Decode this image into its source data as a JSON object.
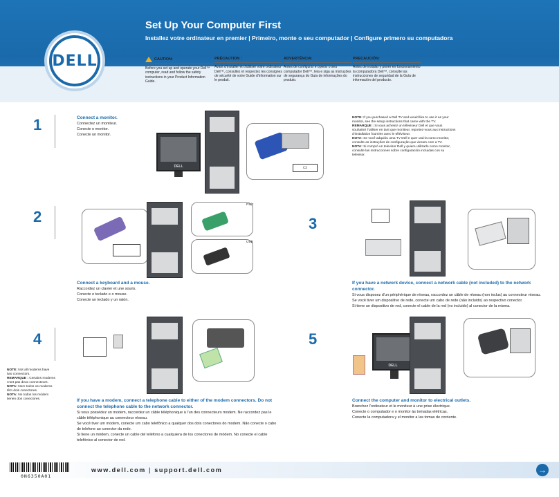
{
  "header": {
    "title": "Set Up Your Computer First",
    "subtitle": "Installez votre ordinateur en premier | Primeiro, monte o seu computador | Configure primero su computadora",
    "logo_text": "DELL"
  },
  "cautions": [
    {
      "heading": "CAUTION:",
      "body": "Before you set up and operate your Dell™ computer, read and follow the safety instructions in your Product Information Guide."
    },
    {
      "heading": "PRÉCAUTION :",
      "body": "Avant d'installer et d'utiliser votre ordinateur Dell™, consultez et respectez les consignes de sécurité de votre Guide d'information sur le produit."
    },
    {
      "heading": "ADVERTÊNCIA:",
      "body": "Antes de configurar e operar o seu computador Dell™, leia e siga as instruções de segurança do Guia de informações do produto."
    },
    {
      "heading": "PRECAUCIÓN:",
      "body": "Antes de instalar y poner en funcionamiento la computadora Dell™, consulte las instrucciones de seguridad de la Guía de información del producto."
    }
  ],
  "steps": {
    "s1": {
      "num": "1",
      "heading": "Connect a monitor.",
      "lines": [
        "Connectez un moniteur.",
        "Conecte o monitor.",
        "Conecte un monitor."
      ],
      "notes": [
        {
          "label": "NOTE:",
          "text": "If you purchased a Dell TV and would like to use it as your monitor, see the setup instructions that came with the TV."
        },
        {
          "label": "REMARQUE :",
          "text": "Si vous achetez un téléviseur Dell et que vous souhaitez l'utiliser en tant que moniteur, reportez-vous aux instructions d'installation fournies avec le téléviseur."
        },
        {
          "label": "NOTA:",
          "text": "Se você adquiriu uma TV Dell e quer usá-la como monitor, consulte as instruções de configuração que vieram com a TV."
        },
        {
          "label": "NOTA:",
          "text": "Si compró un televisor Dell y quiere utilizarlo como monitor, consulte las instrucciones sobre configuración incluidas con su televisor."
        }
      ]
    },
    "s2": {
      "num": "2",
      "heading": "Connect a keyboard and a mouse.",
      "lines": [
        "Raccordez un clavier et une souris.",
        "Conecte o teclado e o mouse.",
        "Conecte un teclado y un ratón."
      ],
      "label_ps2": "PS/2",
      "label_usb": "USB"
    },
    "s3": {
      "num": "3",
      "heading": "If you have a network device, connect a network cable (not included) to the network connector.",
      "lines": [
        "Si vous disposez d'un périphérique de réseau, raccordez un câble de réseau (non inclus) au connecteur réseau.",
        "Se você tiver um dispositivo de rede, conecte um cabo de rede (não incluído) ao respectivo conector.",
        "Si tiene un dispositivo de red, conecte el cable de la red (no incluido) al conector de la misma."
      ]
    },
    "s4": {
      "num": "4",
      "heading": "If you have a modem, connect a telephone cable to either of the modem connectors. Do not connect the telephone cable to the network connector.",
      "lines": [
        "Si vous possédez un modem, raccordez un câble téléphonique à l'un des connecteurs modem. Ne raccordez pas le câble téléphonique au connecteur réseau.",
        "Se você tiver um modem, conecte um cabo telefônico a qualquer dos dois conectores do modem. Não conecte o cabo de telefone ao conector da rede.",
        "Si tiene un módem, conecte un cable del teléfono a cualquiera de los conectores de módem. No conecte el cable telefónico al conector de red."
      ],
      "notes": [
        {
          "label": "NOTE:",
          "text": "Not all modems have two connectors."
        },
        {
          "label": "REMARQUE :",
          "text": "Certains modems n'ont pas deux connecteurs."
        },
        {
          "label": "NOTA:",
          "text": "Nem todos os modems têm dois conectores."
        },
        {
          "label": "NOTA:",
          "text": "No todos los módem tienen dos conectores."
        }
      ]
    },
    "s5": {
      "num": "5",
      "heading": "Connect the computer and monitor to electrical outlets.",
      "lines": [
        "Branchez l'ordinateur et le moniteur à une prise électrique.",
        "Conecte o computador e o monitor às tomadas elétricas.",
        "Conecte la computadora y el monitor a las tomas de corriente."
      ]
    }
  },
  "footer": {
    "url1": "www.dell.com",
    "sep": "|",
    "url2": "support.dell.com",
    "part_number": "0N6350A01",
    "next": "→"
  },
  "colors": {
    "brand_blue": "#1a6aab",
    "heading_blue": "#1a6aab",
    "warning_yellow": "#f2b01e"
  }
}
